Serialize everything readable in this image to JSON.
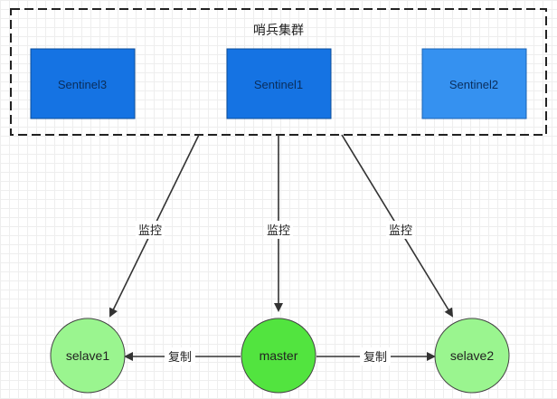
{
  "cluster": {
    "title": "哨兵集群"
  },
  "sentinels": [
    {
      "id": "s3",
      "label": "Sentinel3",
      "color": "#1573e3"
    },
    {
      "id": "s1",
      "label": "Sentinel1",
      "color": "#1573e3"
    },
    {
      "id": "s2",
      "label": "Sentinel2",
      "color": "#3591f0"
    }
  ],
  "nodes": {
    "slave1": {
      "label": "selave1",
      "color": "#9af58f"
    },
    "master": {
      "label": "master",
      "color": "#52e43f"
    },
    "slave2": {
      "label": "selave2",
      "color": "#9af58f"
    }
  },
  "edges": {
    "monitor_label": "监控",
    "replicate_label": "复制"
  },
  "colors": {
    "border": "#222222",
    "arrow": "#333333",
    "node_stroke": "#444444",
    "grid": "#eeeeee"
  }
}
